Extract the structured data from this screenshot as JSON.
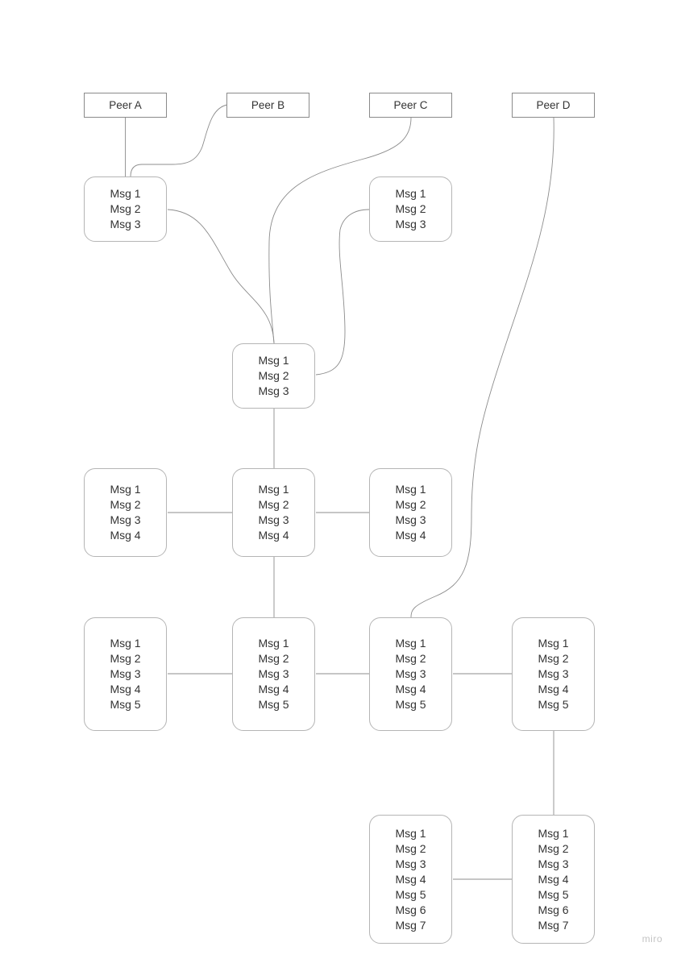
{
  "peers": [
    "Peer A",
    "Peer B",
    "Peer C",
    "Peer D"
  ],
  "boxes": [
    [
      "Msg 1",
      "Msg 2",
      "Msg 3"
    ],
    [
      "Msg 1",
      "Msg 2",
      "Msg 3"
    ],
    [
      "Msg 1",
      "Msg 2",
      "Msg 3"
    ],
    [
      "Msg 1",
      "Msg 2",
      "Msg 3",
      "Msg 4"
    ],
    [
      "Msg 1",
      "Msg 2",
      "Msg 3",
      "Msg 4"
    ],
    [
      "Msg 1",
      "Msg 2",
      "Msg 3",
      "Msg 4"
    ],
    [
      "Msg 1",
      "Msg 2",
      "Msg 3",
      "Msg 4",
      "Msg 5"
    ],
    [
      "Msg 1",
      "Msg 2",
      "Msg 3",
      "Msg 4",
      "Msg 5"
    ],
    [
      "Msg 1",
      "Msg 2",
      "Msg 3",
      "Msg 4",
      "Msg 5"
    ],
    [
      "Msg 1",
      "Msg 2",
      "Msg 3",
      "Msg 4",
      "Msg 5"
    ],
    [
      "Msg 1",
      "Msg 2",
      "Msg 3",
      "Msg 4",
      "Msg 5",
      "Msg 6",
      "Msg 7"
    ],
    [
      "Msg 1",
      "Msg 2",
      "Msg 3",
      "Msg 4",
      "Msg 5",
      "Msg 6",
      "Msg 7"
    ]
  ],
  "edges": [
    {
      "from": "Peer A",
      "to": "box 1"
    },
    {
      "from": "Peer B",
      "to": "box 1"
    },
    {
      "from": "box 1",
      "to": "box 3"
    },
    {
      "from": "Peer C",
      "to": "box 3"
    },
    {
      "from": "box 3",
      "to": "box 2"
    },
    {
      "from": "box 3",
      "to": "box 5"
    },
    {
      "from": "box 5",
      "to": "box 4"
    },
    {
      "from": "box 5",
      "to": "box 6"
    },
    {
      "from": "box 5",
      "to": "box 8"
    },
    {
      "from": "box 8",
      "to": "box 7"
    },
    {
      "from": "box 8",
      "to": "box 9"
    },
    {
      "from": "Peer D",
      "to": "box 9"
    },
    {
      "from": "box 9",
      "to": "box 10"
    },
    {
      "from": "box 10",
      "to": "box 12"
    },
    {
      "from": "box 11",
      "to": "box 12"
    }
  ],
  "watermark": "miro"
}
